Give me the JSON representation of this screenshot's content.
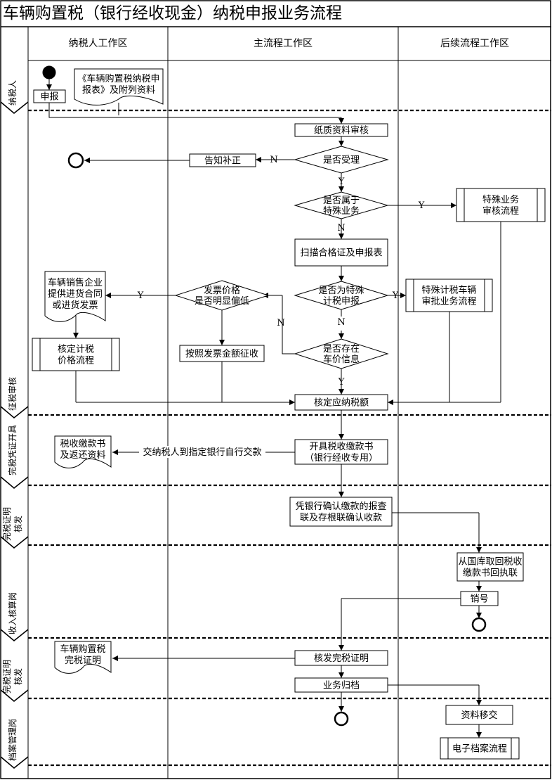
{
  "title": "车辆购置税（银行经收现金）纳税申报业务流程",
  "columns": [
    "纳税人工作区",
    "主流程工作区",
    "后续流程工作区"
  ],
  "lanes": [
    "纳税人",
    "征税审核",
    "完税凭证开具",
    "完税证明核发",
    "收入核算岗",
    "完税证明核发",
    "档案管理岗"
  ],
  "nodes": {
    "report": "申报",
    "declaration_doc": [
      "《车辆购置税纳税申",
      "报表》及附列资料"
    ],
    "paper_review": "纸质资料审核",
    "accept_q": "是否受理",
    "notify": "告知补正",
    "special_q": [
      "是否属于",
      "特殊业务"
    ],
    "special_review": [
      "特殊业务",
      "审核流程"
    ],
    "scan": "扫描合格证及申报表",
    "special_tax_q": [
      "是否为特殊",
      "计税申报"
    ],
    "special_tax_proc": [
      "特殊计税车辆",
      "审批业务流程"
    ],
    "invoice_q": [
      "发票价格",
      "是否明显偏低"
    ],
    "dealer_doc": [
      "车辆销售企业",
      "提供进货合同",
      "或进货发票"
    ],
    "price_proc": [
      "核定计税",
      "价格流程"
    ],
    "invoice_tax": "按照发票金额征收",
    "price_info_q": [
      "是否存在",
      "车价信息"
    ],
    "assess_tax": "核定应纳税额",
    "issue_book": [
      "开具税收缴款书",
      "（银行经收专用）"
    ],
    "pay_note": "交纳税人到指定银行自行交款",
    "tax_book_doc": [
      "税收缴款书",
      "及返还资料"
    ],
    "bank_confirm": [
      "凭银行确认缴款的报查",
      "联及存根联确认收款"
    ],
    "treasury": [
      "从国库取回税收",
      "缴款书回执联"
    ],
    "cancel": "销号",
    "issue_cert": "核发完税证明",
    "cert_doc": [
      "车辆购置税",
      "完税证明"
    ],
    "archive": "业务归档",
    "transfer": "资料移交",
    "e_archive": "电子档案流程"
  },
  "labels": {
    "yes": "Y",
    "no": "N"
  }
}
